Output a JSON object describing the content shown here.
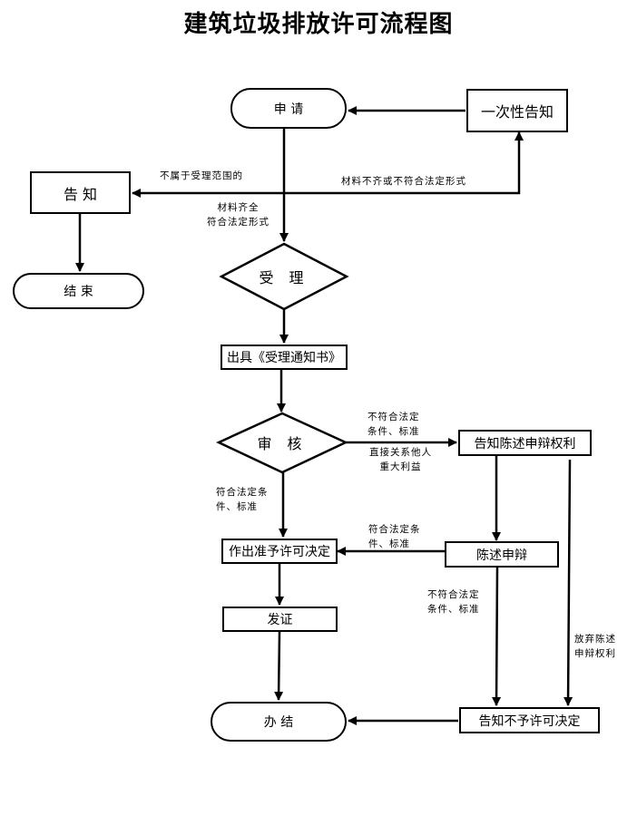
{
  "title": "建筑垃圾排放许可流程图",
  "nodes": {
    "apply": "申 请",
    "one_time_notice": "一次性告知",
    "notice": "告 知",
    "end": "结 束",
    "accept": "受 理",
    "accept_notice": "出具《受理通知书》",
    "review": "审 核",
    "inform_rights": "告知陈述申辩权利",
    "make_decision": "作出准予许可决定",
    "statement": "陈述申辩",
    "issue_cert": "发证",
    "finish": "办 结",
    "refuse_decision": "告知不予许可决定"
  },
  "labels": {
    "not_in_scope": "不属于受理范围的",
    "incomplete": "材料不齐或不符合法定形式",
    "complete": "材料齐全\n符合法定形式",
    "not_meet_upper": "不符合法定\n条件、标准",
    "third_party": "直接关系他人\n重大利益",
    "meet_left": "符合法定条\n件、标准",
    "meet_mid": "符合法定条\n件、标准",
    "not_meet_lower": "不符合法定\n条件、标准",
    "waive": "放弃陈述\n申辩权利"
  }
}
